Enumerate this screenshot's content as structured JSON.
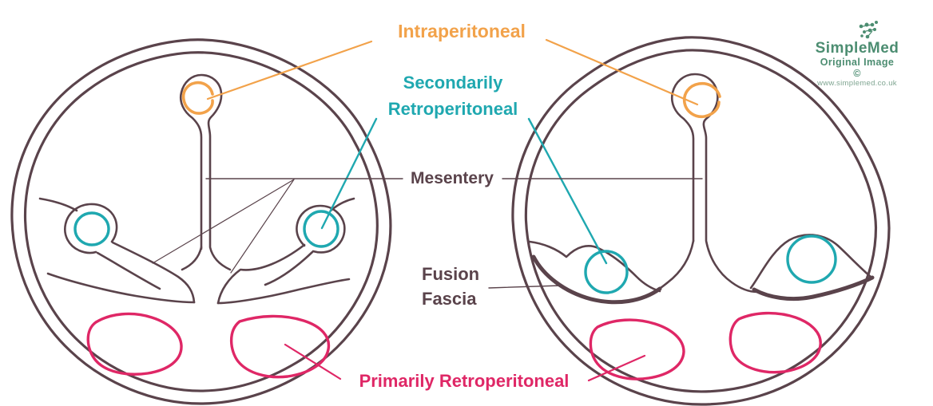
{
  "labels": {
    "intraperitoneal": "Intraperitoneal",
    "secondarily_retroperitoneal_line1": "Secondarily",
    "secondarily_retroperitoneal_line2": "Retroperitoneal",
    "mesentery": "Mesentery",
    "fusion_fascia_line1": "Fusion",
    "fusion_fascia_line2": "Fascia",
    "primarily_retroperitoneal": "Primarily Retroperitoneal"
  },
  "logo": {
    "name": "SimpleMed",
    "tagline": "Original Image ©",
    "website": "www.simplemed.co.uk",
    "icon": "molecule-dot-cluster-icon"
  },
  "colors": {
    "outline": "#5a434b",
    "orange": "#f2a24a",
    "teal": "#1fa8b0",
    "pink": "#df2766",
    "green": "#4c8d71",
    "green_light": "#7fa591",
    "background": "#ffffff"
  }
}
